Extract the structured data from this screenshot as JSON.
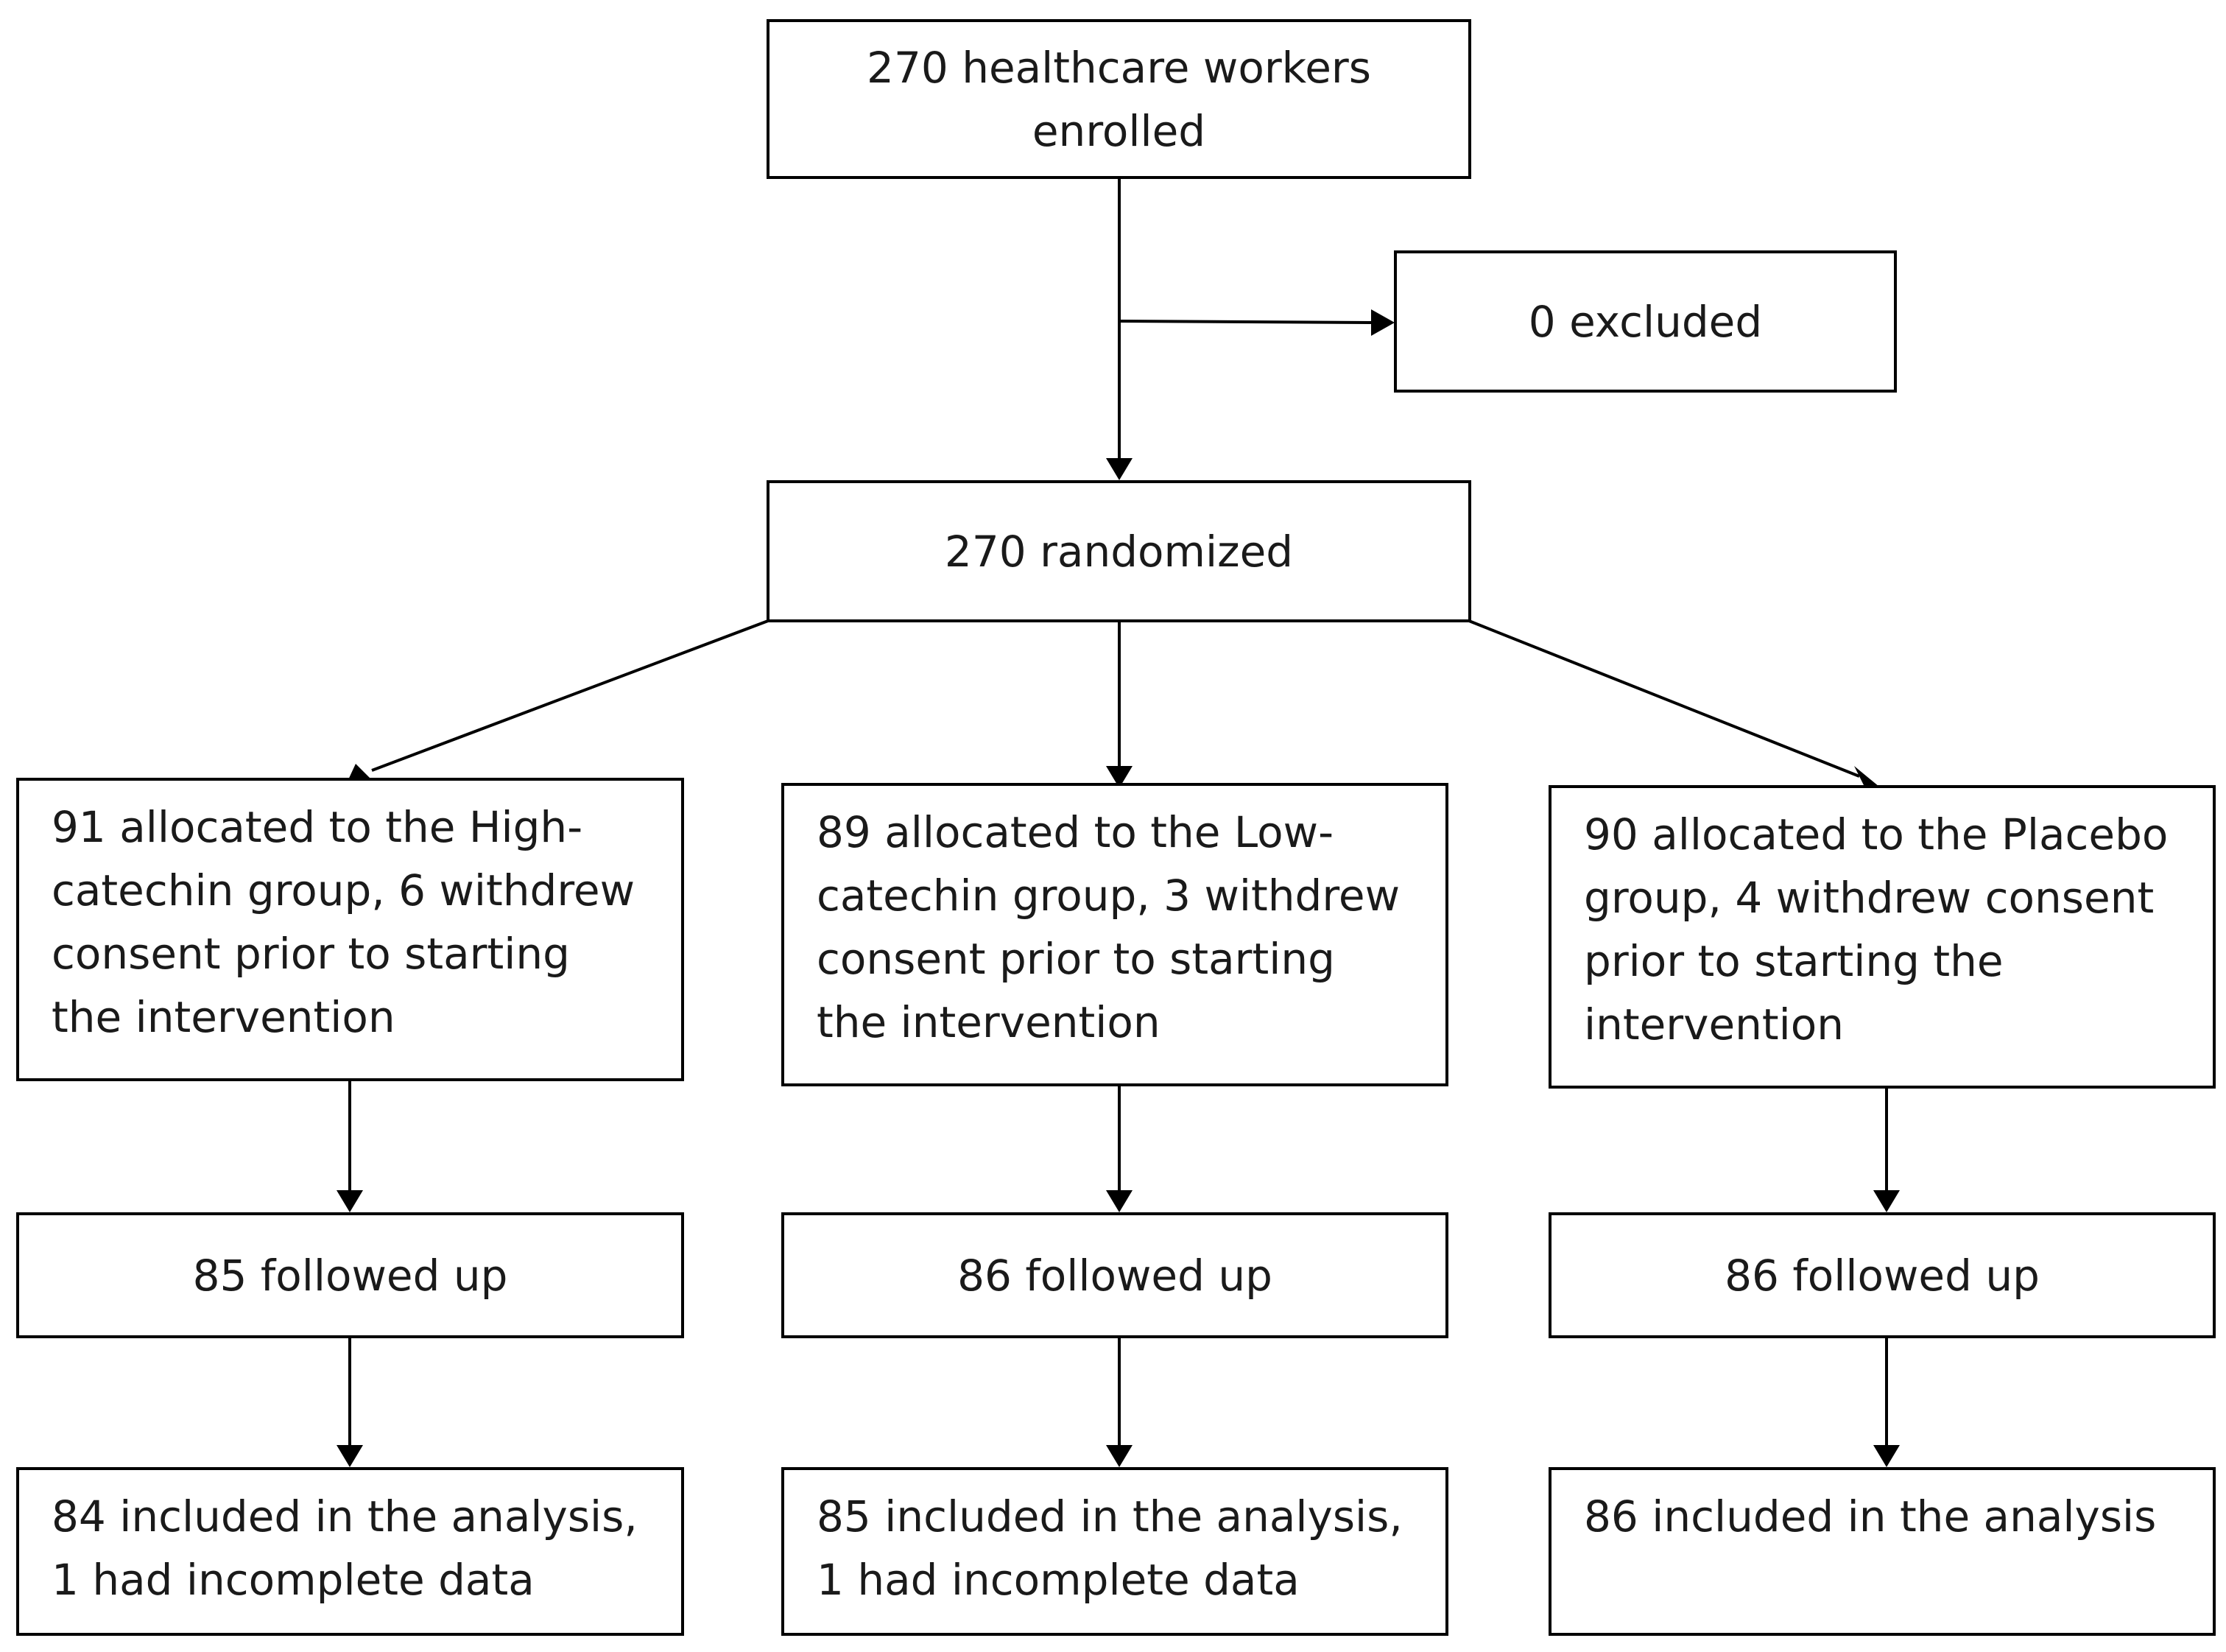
{
  "flowchart": {
    "enrolled": "270 healthcare workers\nenrolled",
    "excluded": "0 excluded",
    "randomized": "270 randomized",
    "groups": [
      {
        "allocated": "91 allocated to the High-\ncatechin group, 6 withdrew\nconsent prior to starting\nthe intervention",
        "followed": "85  followed up",
        "analysis": "84 included in the analysis,\n1 had incomplete data"
      },
      {
        "allocated": "89 allocated to the Low-\ncatechin group, 3 withdrew\nconsent prior to starting\nthe intervention",
        "followed": "86  followed up",
        "analysis": "85 included in the analysis,\n1 had incomplete data"
      },
      {
        "allocated": "90 allocated to the Placebo\ngroup,  4 withdrew consent\nprior to  starting the\nintervention",
        "followed": "86  followed up",
        "analysis": "86 included in the analysis"
      }
    ]
  }
}
